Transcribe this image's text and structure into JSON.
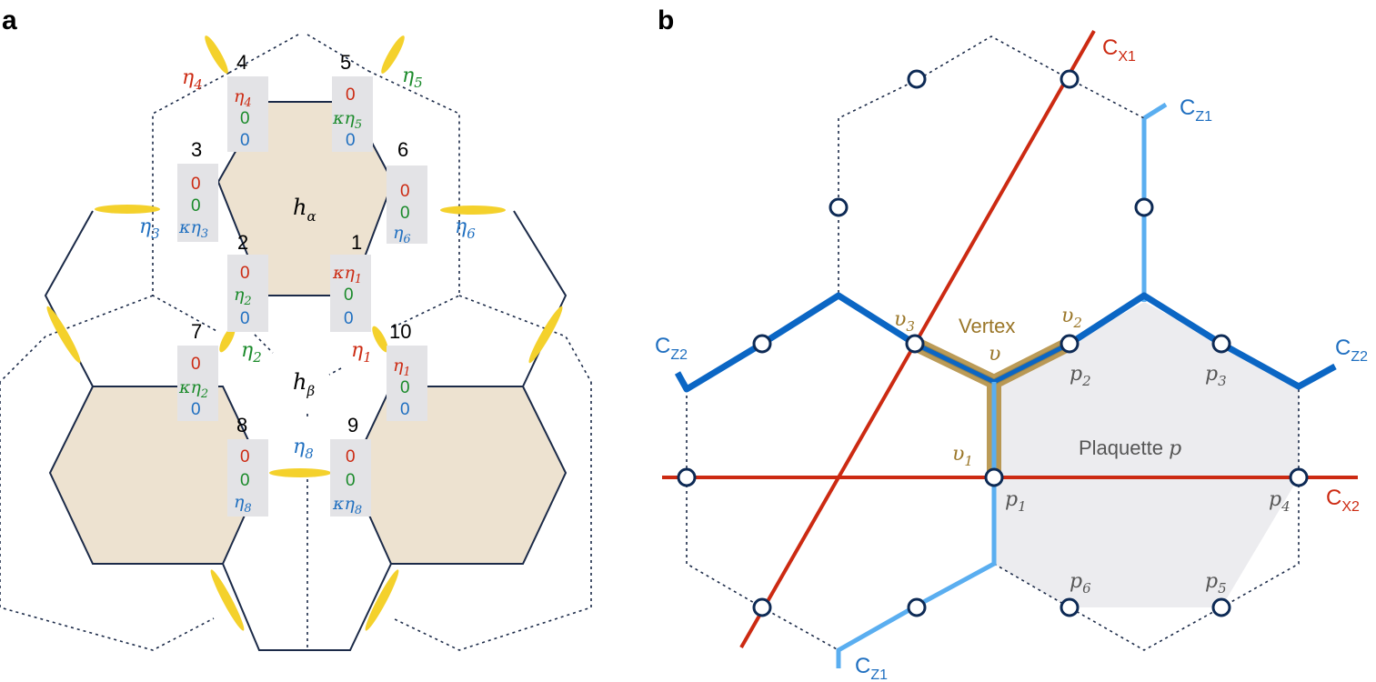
{
  "panels": {
    "a": "a",
    "b": "b"
  },
  "colors": {
    "red": "#cc2a12",
    "green": "#1a8a2a",
    "blue": "#1f6fc0",
    "dark_blue": "#0b66c4",
    "light_blue": "#5aaef0",
    "gold": "#b08a3a",
    "yellow": "#f4d12c",
    "beige": "#ede2d0",
    "gray_box": "#e3e3e6",
    "plaquette_fill": "#ececef",
    "navy": "#1b2a48",
    "vertex_text": "#9a7628"
  },
  "panel_a": {
    "hex_labels": {
      "alpha": "h",
      "alpha_sub": "α",
      "beta": "h",
      "beta_sub": "β"
    },
    "site_numbers": [
      "1",
      "2",
      "3",
      "4",
      "5",
      "6",
      "7",
      "8",
      "9",
      "10"
    ],
    "eta": {
      "e1": "η",
      "s1": "1",
      "e2": "η",
      "s2": "2",
      "e3": "η",
      "s3": "3",
      "e4": "η",
      "s4": "4",
      "e5": "η",
      "s5": "5",
      "e6": "η",
      "s6": "6",
      "e8": "η",
      "s8": "8"
    },
    "boxes": {
      "s4": {
        "r": "η",
        "rs": "4",
        "g": "0",
        "b": "0"
      },
      "s5": {
        "r": "0",
        "g": "κη",
        "gs": "5",
        "b": "0"
      },
      "s3": {
        "r": "0",
        "g": "0",
        "b": "κη",
        "bs": "3"
      },
      "s6": {
        "r": "0",
        "g": "0",
        "b": "η",
        "bs": "6"
      },
      "s2": {
        "r": "0",
        "g": "η",
        "gs": "2",
        "b": "0"
      },
      "s1": {
        "r": "κη",
        "rs": "1",
        "g": "0",
        "b": "0"
      },
      "s7": {
        "r": "0",
        "g": "κη",
        "gs": "2",
        "b": "0"
      },
      "s10": {
        "r": "η",
        "rs": "1",
        "g": "0",
        "b": "0"
      },
      "s8": {
        "r": "0",
        "g": "0",
        "b": "η",
        "bs": "8"
      },
      "s9": {
        "r": "0",
        "g": "0",
        "b": "κη",
        "bs": "8"
      }
    }
  },
  "panel_b": {
    "cx1": "C",
    "cx1_sub": "X1",
    "cx2": "C",
    "cx2_sub": "X2",
    "cz1_top": "C",
    "cz1_top_sub": "Z1",
    "cz1_bot": "C",
    "cz1_bot_sub": "Z1",
    "cz2_left": "C",
    "cz2_left_sub": "Z2",
    "cz2_right": "C",
    "cz2_right_sub": "Z2",
    "vertex_word": "Vertex",
    "v": "υ",
    "v1": "υ",
    "v1s": "1",
    "v2": "υ",
    "v2s": "2",
    "v3": "υ",
    "v3s": "3",
    "plaquette_word": "Plaquette",
    "plaquette_p": "p",
    "p": "p",
    "p_subs": [
      "1",
      "2",
      "3",
      "4",
      "5",
      "6"
    ]
  }
}
